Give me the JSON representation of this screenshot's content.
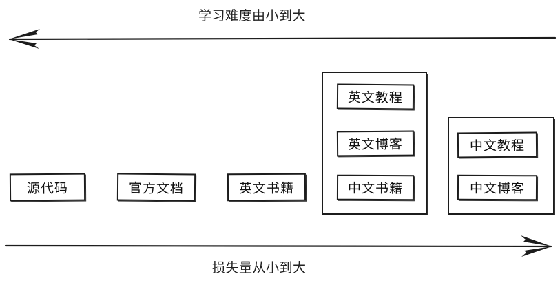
{
  "diagram": {
    "type": "sketch-spectrum-diagram",
    "top_axis": {
      "label": "学习难度由小到大",
      "direction": "left",
      "arrow_icon": "arrow-left-icon"
    },
    "bottom_axis": {
      "label": "损失量从小到大",
      "direction": "right",
      "arrow_icon": "arrow-right-icon"
    },
    "standalone_nodes": [
      {
        "label": "源代码"
      },
      {
        "label": "官方文档"
      },
      {
        "label": "英文书籍"
      }
    ],
    "groups": [
      {
        "name": "group-english-tier",
        "items": [
          {
            "label": "英文教程"
          },
          {
            "label": "英文博客"
          },
          {
            "label": "中文书籍"
          }
        ]
      },
      {
        "name": "group-chinese-tier",
        "items": [
          {
            "label": "中文教程"
          },
          {
            "label": "中文博客"
          }
        ]
      }
    ],
    "colors": {
      "stroke": "#1c1c1c",
      "text": "#111111",
      "background": "#ffffff"
    }
  }
}
